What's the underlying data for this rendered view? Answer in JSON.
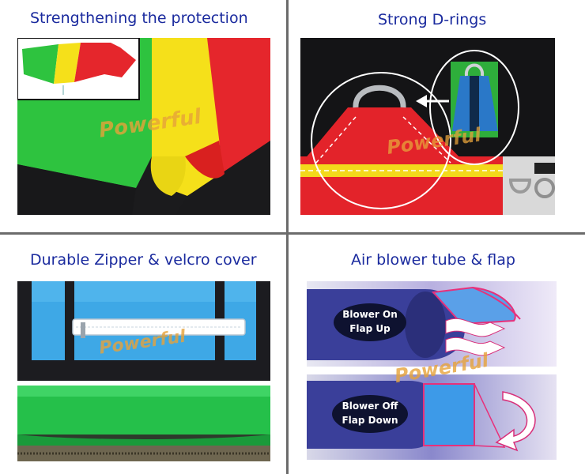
{
  "panels": [
    {
      "title": "Strengthening the protection"
    },
    {
      "title": "Strong D-rings"
    },
    {
      "title": "Durable Zipper & velcro cover"
    },
    {
      "title": "Air blower tube & flap"
    }
  ],
  "watermark": "Powerful",
  "blower": {
    "on_line1": "Blower On",
    "on_line2": "Flap Up",
    "off_line1": "Blower Off",
    "off_line2": "Flap Down"
  },
  "colors": {
    "title": "#1a2a9e",
    "green": "#23b93a",
    "yellow": "#f7e21c",
    "red": "#e8242b",
    "blue": "#3ea8e6",
    "dark": "#16161a"
  }
}
